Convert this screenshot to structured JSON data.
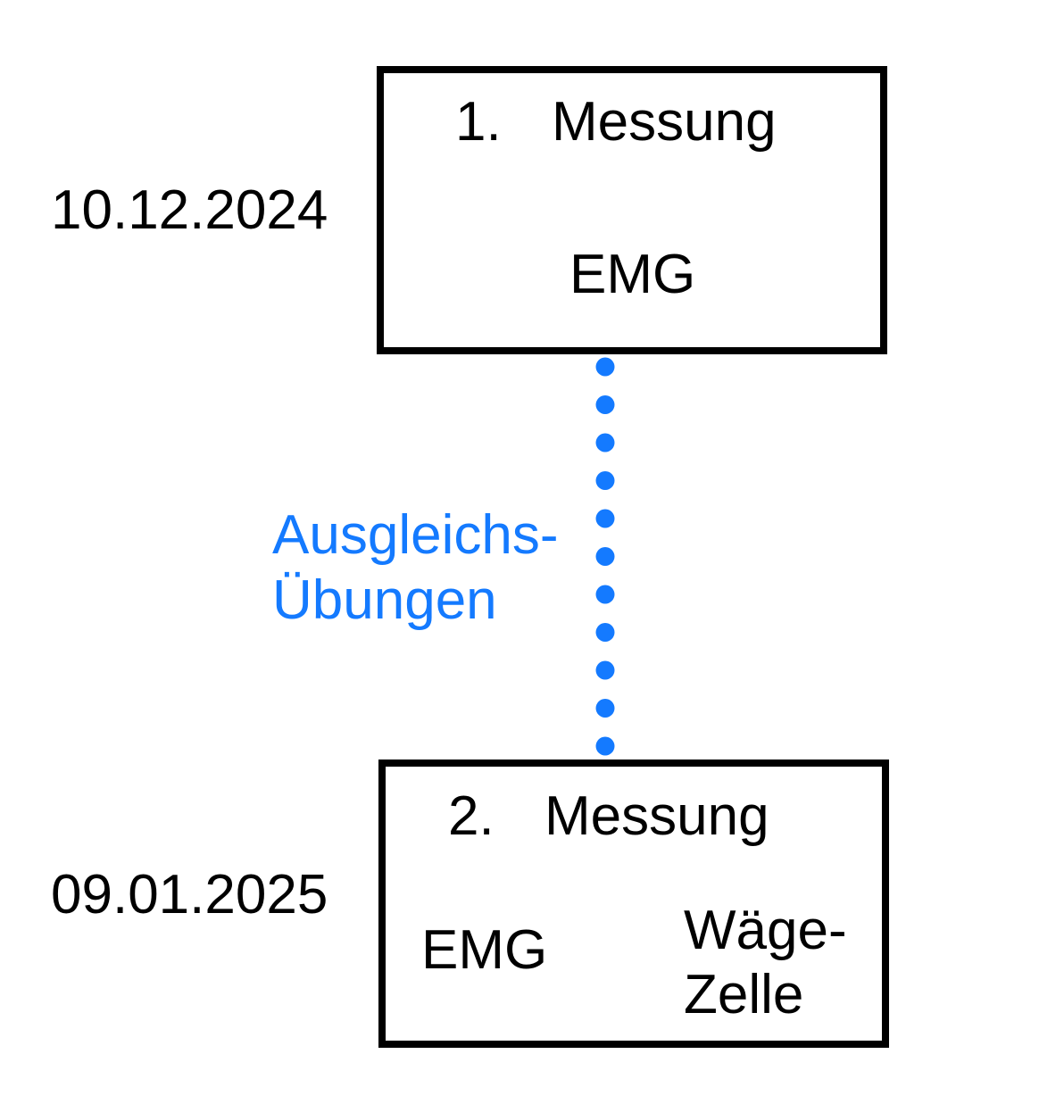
{
  "colors": {
    "box_border": "#000000",
    "text": "#000000",
    "link": "#147aff"
  },
  "measurements": [
    {
      "date": "10.12.2024",
      "number": "1.",
      "title": "Messung",
      "items": [
        "EMG"
      ]
    },
    {
      "date": "09.01.2025",
      "number": "2.",
      "title": "Messung",
      "items": [
        "EMG",
        "Wäge-",
        "Zelle"
      ]
    }
  ],
  "connector": {
    "label_line_1": "Ausgleichs-",
    "label_line_2": "Übungen",
    "style": "dotted",
    "dot_count": 11
  }
}
